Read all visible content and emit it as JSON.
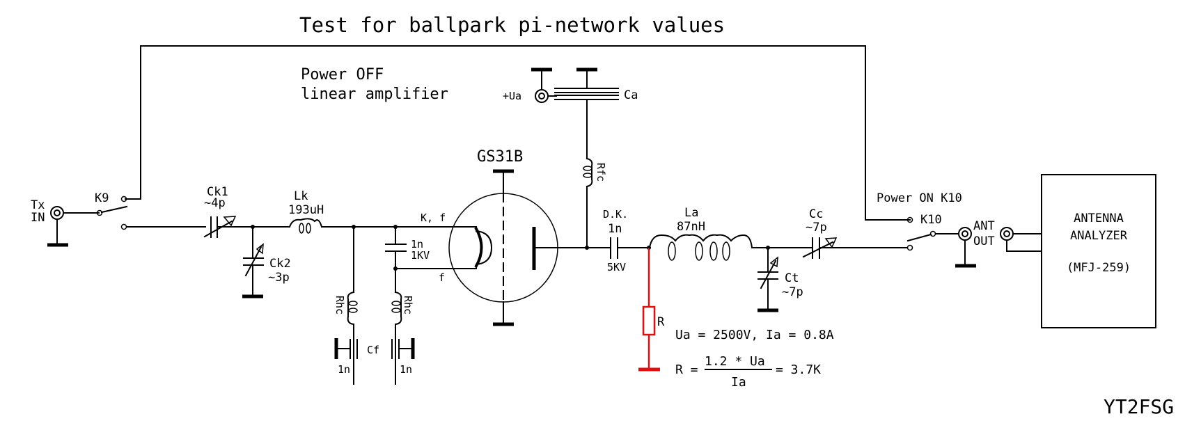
{
  "title": "Test for ballpark pi-network values",
  "notes": {
    "power_off_line1": "Power OFF",
    "power_off_line2": "linear amplifier",
    "power_on": "Power ON K10"
  },
  "connectors": {
    "tx_in_line1": "Tx",
    "tx_in_line2": "IN",
    "ant_out_line1": "ANT",
    "ant_out_line2": "OUT",
    "plus_ua": "+Ua"
  },
  "relays": {
    "k9": "K9",
    "k10": "K10"
  },
  "components": {
    "ck1": {
      "name": "Ck1",
      "value": "~4p"
    },
    "ck2": {
      "name": "Ck2",
      "value": "~3p"
    },
    "lk": {
      "name": "Lk",
      "value": "193uH"
    },
    "cathode_cap": {
      "value": "1n",
      "rating": "1KV"
    },
    "rhc1": {
      "name": "Rhc"
    },
    "rhc2": {
      "name": "Rhc"
    },
    "cf": {
      "name": "Cf",
      "value_left": "1n",
      "value_right": "1n"
    },
    "tube": {
      "name": "GS31B",
      "pin_kf": "K, f",
      "pin_f": "f"
    },
    "ca": {
      "name": "Ca"
    },
    "rfc": {
      "name": "Rfc"
    },
    "dk": {
      "name": "D.K.",
      "value": "1n",
      "rating": "5KV"
    },
    "la": {
      "name": "La",
      "value": "87nH"
    },
    "r": {
      "name": "R"
    },
    "ct": {
      "name": "Ct",
      "value": "~7p"
    },
    "cc": {
      "name": "Cc",
      "value": "~7p"
    }
  },
  "analyzer": {
    "line1": "ANTENNA",
    "line2": "ANALYZER",
    "line3": "(MFJ-259)"
  },
  "equations": {
    "line1": "Ua = 2500V, Ia = 0.8A",
    "r_lhs": "R =",
    "numerator": "1.2 * Ua",
    "denominator": "Ia",
    "result": "= 3.7K"
  },
  "signature": "YT2FSG",
  "colors": {
    "highlight": "#e01010"
  }
}
